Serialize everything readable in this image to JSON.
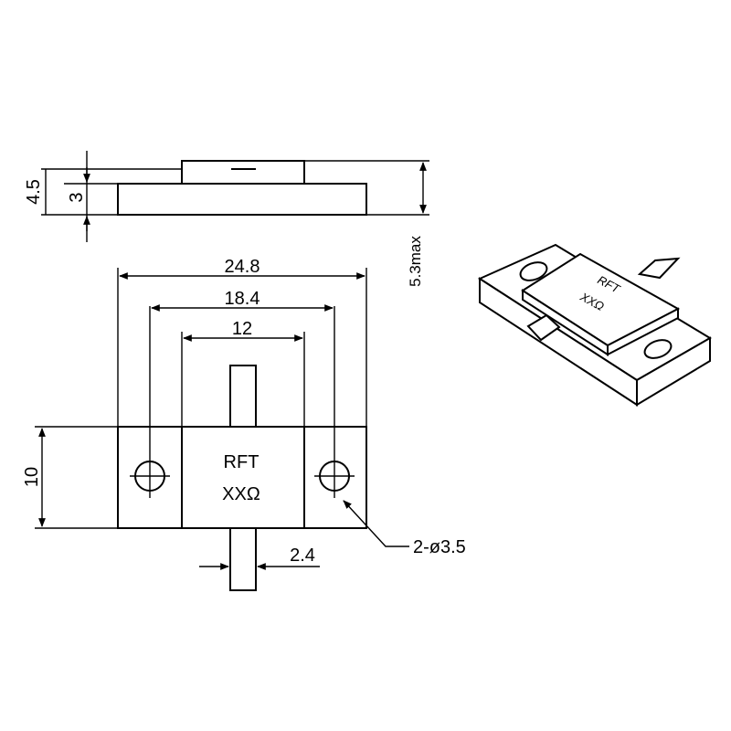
{
  "side_view": {
    "dim_total_height": "4.5",
    "dim_base_height": "3",
    "dim_max_height": "5.3max"
  },
  "top_view": {
    "dim_overall_width": "24.8",
    "dim_hole_spacing": "18.4",
    "dim_body_width": "12",
    "dim_height": "10",
    "dim_lead_width": "2.4",
    "hole_callout": "2-ø3.5",
    "marking_line1": "RFT",
    "marking_line2": "XXΩ"
  },
  "iso_view": {
    "marking_line1": "RFT",
    "marking_line2": "XXΩ"
  }
}
